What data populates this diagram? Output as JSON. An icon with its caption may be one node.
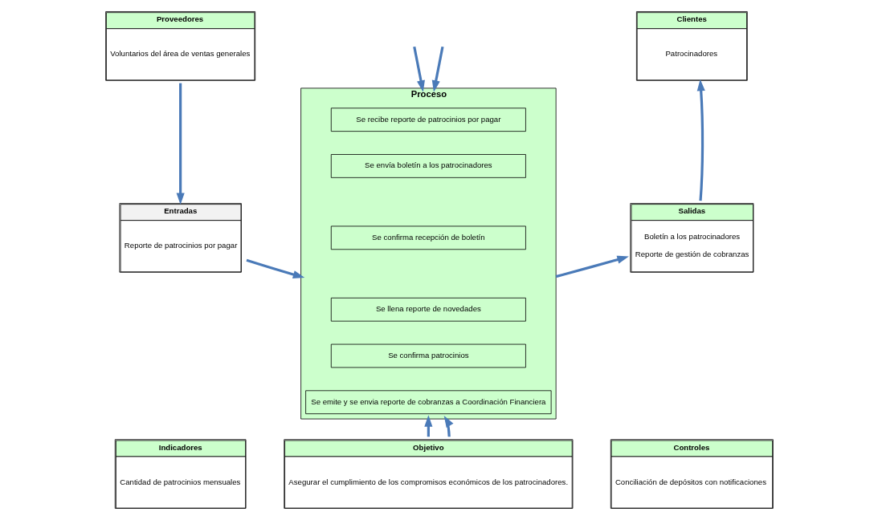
{
  "diagram": {
    "nodes": [
      {
        "text": [
          "Proveedores",
          "Voluntarios del área de ventas generales"
        ]
      },
      {
        "text": [
          "Proceso"
        ]
      },
      {
        "text": [
          "Se recibe reporte de patrocinios por pagar"
        ],
        "in": 1
      },
      {
        "text": [
          "Se envía boletín a los patrocinadores"
        ],
        "in": 1
      },
      {
        "text": [
          "Se confirma recepción de boletín"
        ],
        "in": 1
      },
      {
        "text": [
          "Se llena reporte de novedades"
        ],
        "in": 1
      },
      {
        "text": [
          "Se confirma patrocinios"
        ],
        "in": 1
      },
      {
        "text": [
          "Se emite y se envia reporte de cobranzas a Coordinación Financiera"
        ],
        "in": 1
      },
      {
        "text": [
          "Clientes",
          "Patrocinadores"
        ]
      },
      {
        "text": [
          "Entradas",
          "Reporte de patrocinios por pagar"
        ]
      },
      {
        "text": [
          "Salidas",
          "Boletín a los patrocinadores",
          "Reporte de gestión de cobranzas"
        ]
      },
      {
        "text": [
          "Objetivo",
          "Asegurar el cumplimiento de los compromisos económicos de los patrocinadores."
        ]
      },
      {
        "text": [
          "Indicadores",
          "Cantidad de patrocinios mensuales"
        ]
      },
      {
        "text": [
          "Controles",
          "Conciliación de depósitos con notificaciones"
        ]
      }
    ],
    "edges": [
      {
        "from": null,
        "to": 1,
        "arrow": "to"
      },
      {
        "from": null,
        "to": 1,
        "arrow": "to"
      },
      {
        "from": 0,
        "to": 9,
        "arrow": "to"
      },
      {
        "from": 9,
        "to": 1,
        "arrow": "to"
      },
      {
        "from": 1,
        "to": 10,
        "arrow": "to"
      },
      {
        "from": 10,
        "to": 8,
        "arrow": "to"
      },
      {
        "from": 11,
        "to": 1,
        "arrow": "to"
      },
      {
        "from": 11,
        "to": 1,
        "arrow": "to"
      }
    ]
  }
}
